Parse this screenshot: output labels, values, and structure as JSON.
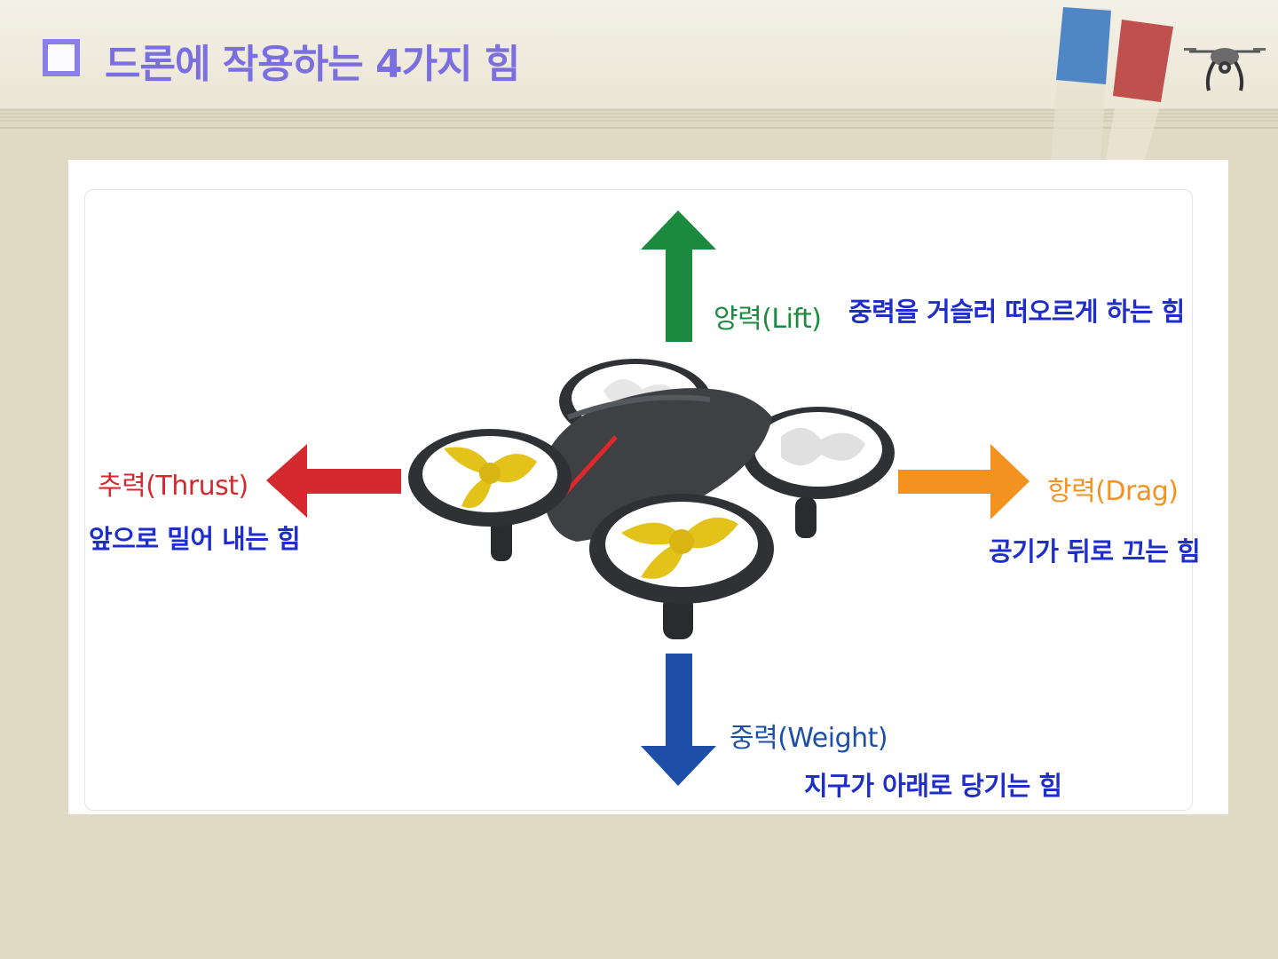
{
  "slide": {
    "title": "드론에 작용하는 4가지 힘",
    "title_color": "#7b6fe0"
  },
  "forces": {
    "lift": {
      "label": "양력(Lift)",
      "description": "중력을 거슬러 떠오르게 하는 힘",
      "color": "#1b8a3e"
    },
    "thrust": {
      "label": "추력(Thrust)",
      "description": "앞으로 밀어 내는 힘",
      "color": "#d42a2f"
    },
    "drag": {
      "label": "항력(Drag)",
      "description": "공기가 뒤로 끄는 힘",
      "color": "#f3921e"
    },
    "weight": {
      "label": "중력(Weight)",
      "description": "지구가 아래로 당기는 힘",
      "color": "#1d4fa8"
    }
  },
  "description_color": "#1f2ec8",
  "icons": [
    "checkbox-icon",
    "drone-icon",
    "up-arrow-icon",
    "left-arrow-icon",
    "right-arrow-icon",
    "down-arrow-icon"
  ]
}
